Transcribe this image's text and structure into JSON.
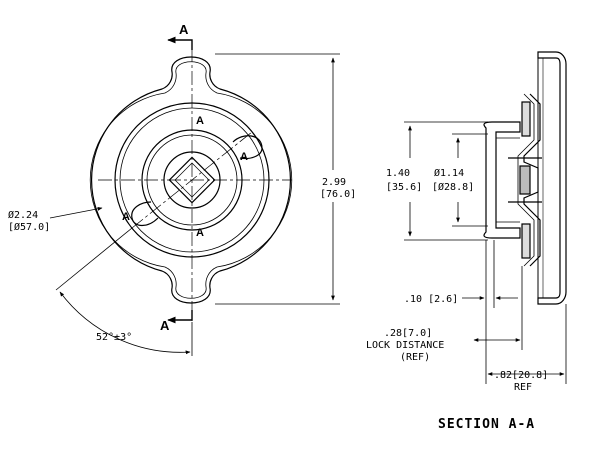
{
  "front_view": {
    "section_letter": "A",
    "dimensions": {
      "diameter": {
        "inch": "Ø2.24",
        "mm": "[Ø57.0]"
      },
      "height": {
        "inch": "2.99",
        "mm": "[76.0]"
      },
      "angle": "52°±3°"
    }
  },
  "section_view": {
    "caption": "SECTION A-A",
    "dimensions": {
      "outer_height": {
        "inch": "1.40",
        "mm": "[35.6]"
      },
      "inner_diameter": {
        "inch": "Ø1.14",
        "mm": "[Ø28.8]"
      },
      "gap": ".10 [2.6]",
      "lock_distance": {
        "value": ".28[7.0]",
        "label": "LOCK DISTANCE",
        "ref": "(REF)"
      },
      "overall_depth": {
        "value": ".82[20.8]",
        "ref": "REF"
      }
    }
  },
  "colors": {
    "line": "#000000",
    "background": "#ffffff"
  }
}
